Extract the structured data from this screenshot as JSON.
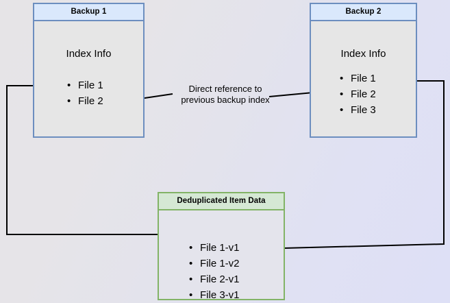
{
  "diagram": {
    "title": "Backup deduplication index reference diagram",
    "colors": {
      "blue_border": "#6c8ebf",
      "blue_header_fill": "#dae8fc",
      "green_border": "#82b366",
      "green_header_fill": "#d5e8d4",
      "body_fill": "#e6e6e6",
      "edge_stroke": "#000000",
      "background_left": "#e6e4e7",
      "background_right": "#dee0f6"
    },
    "nodes": {
      "backup1": {
        "header": "Backup 1",
        "section_title": "Index Info",
        "files": [
          "File 1",
          "File 2"
        ]
      },
      "backup2": {
        "header": "Backup 2",
        "section_title": "Index Info",
        "files": [
          "File 1",
          "File 2",
          "File 3"
        ]
      },
      "dedup": {
        "header": "Deduplicated Item Data",
        "files": [
          "File 1-v1",
          "File 1-v2",
          "File 2-v1",
          "File 3-v1"
        ]
      }
    },
    "edges": {
      "direct_reference_label_line1": "Direct reference to",
      "direct_reference_label_line2": "previous backup index"
    }
  }
}
